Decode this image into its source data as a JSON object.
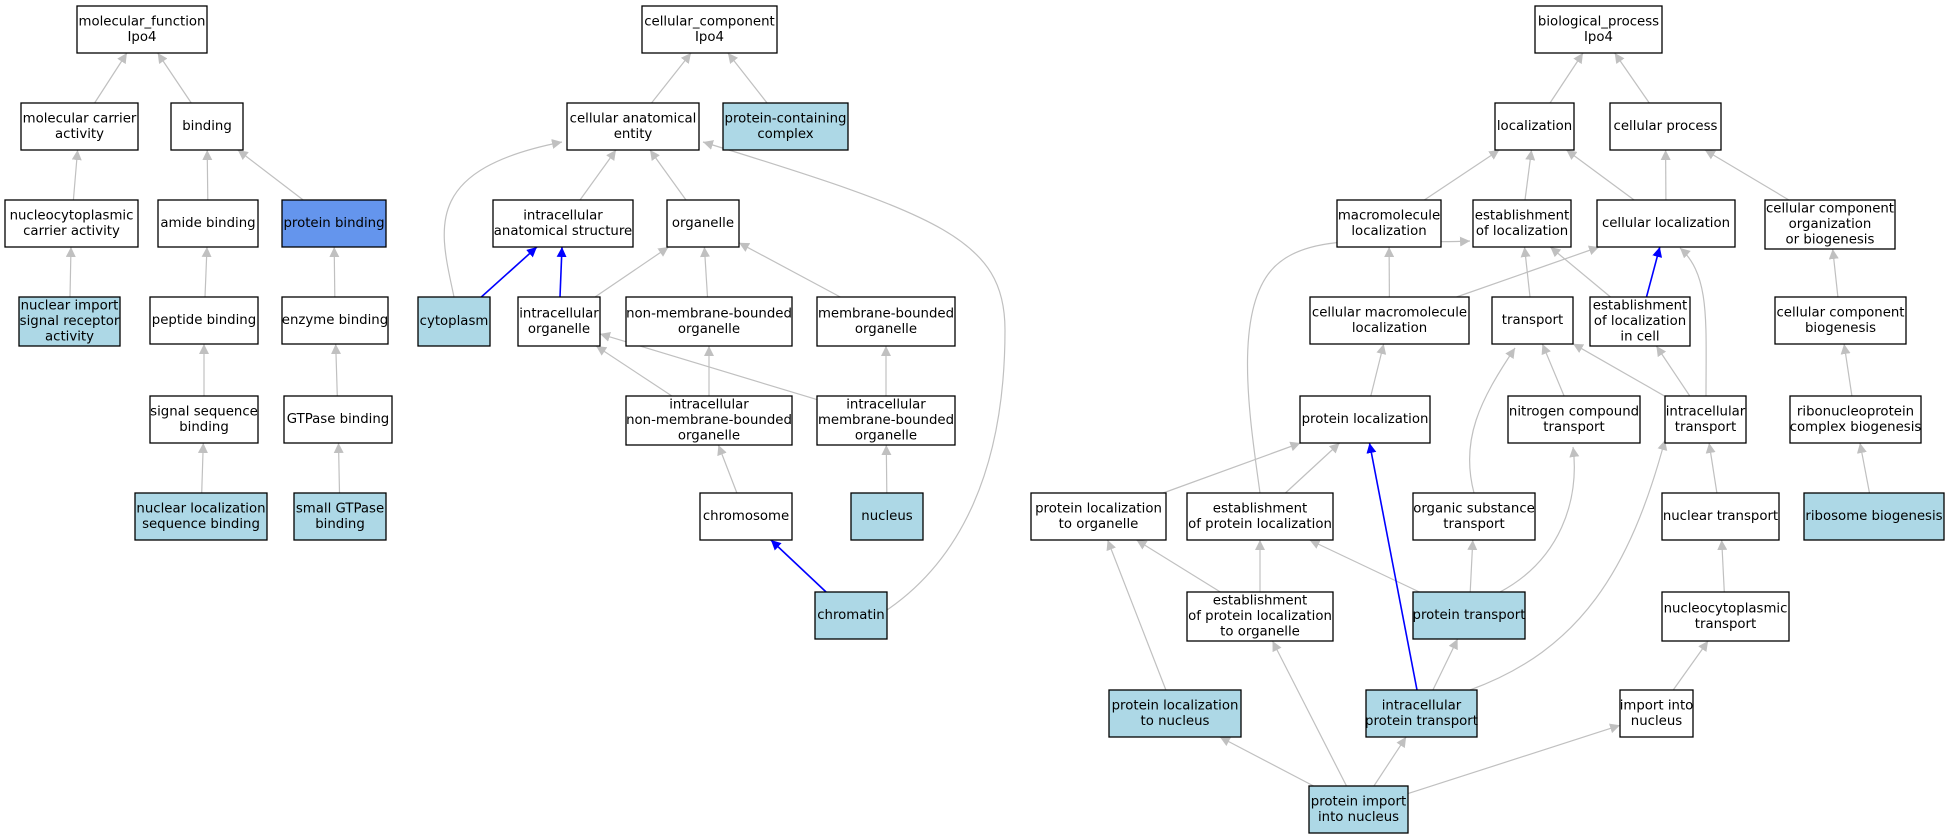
{
  "colors": {
    "node_fill_default": "#ffffff",
    "node_fill_highlight": "#add8e6",
    "node_fill_selected": "#6495ed",
    "node_stroke": "#000000",
    "edge_default": "#c0c0c0",
    "edge_emphasis": "#0000ff"
  },
  "nodes": [
    {
      "id": "mf",
      "lines": [
        "molecular_function",
        "Ipo4"
      ],
      "style": "default"
    },
    {
      "id": "mca",
      "lines": [
        "molecular carrier",
        "activity"
      ],
      "style": "default"
    },
    {
      "id": "binding",
      "lines": [
        "binding"
      ],
      "style": "default"
    },
    {
      "id": "nca",
      "lines": [
        "nucleocytoplasmic",
        "carrier activity"
      ],
      "style": "default"
    },
    {
      "id": "amide",
      "lines": [
        "amide binding"
      ],
      "style": "default"
    },
    {
      "id": "protbind",
      "lines": [
        "protein binding"
      ],
      "style": "selected"
    },
    {
      "id": "nisra",
      "lines": [
        "nuclear import",
        "signal receptor",
        "activity"
      ],
      "style": "highlight"
    },
    {
      "id": "peptide",
      "lines": [
        "peptide binding"
      ],
      "style": "default"
    },
    {
      "id": "enzyme",
      "lines": [
        "enzyme binding"
      ],
      "style": "default"
    },
    {
      "id": "ssb",
      "lines": [
        "signal sequence",
        "binding"
      ],
      "style": "default"
    },
    {
      "id": "gtpaseb",
      "lines": [
        "GTPase binding"
      ],
      "style": "default"
    },
    {
      "id": "nlsb",
      "lines": [
        "nuclear localization",
        "sequence binding"
      ],
      "style": "highlight"
    },
    {
      "id": "sgtp",
      "lines": [
        "small GTPase",
        "binding"
      ],
      "style": "highlight"
    },
    {
      "id": "cc",
      "lines": [
        "cellular_component",
        "Ipo4"
      ],
      "style": "default"
    },
    {
      "id": "cae",
      "lines": [
        "cellular anatomical",
        "entity"
      ],
      "style": "default"
    },
    {
      "id": "pcc",
      "lines": [
        "protein-containing",
        "complex"
      ],
      "style": "highlight"
    },
    {
      "id": "ias",
      "lines": [
        "intracellular",
        "anatomical structure"
      ],
      "style": "default"
    },
    {
      "id": "organelle",
      "lines": [
        "organelle"
      ],
      "style": "default"
    },
    {
      "id": "cytoplasm",
      "lines": [
        "cytoplasm"
      ],
      "style": "highlight"
    },
    {
      "id": "io",
      "lines": [
        "intracellular",
        "organelle"
      ],
      "style": "default"
    },
    {
      "id": "nmbo",
      "lines": [
        "non-membrane-bounded",
        "organelle"
      ],
      "style": "default"
    },
    {
      "id": "mbo",
      "lines": [
        "membrane-bounded",
        "organelle"
      ],
      "style": "default"
    },
    {
      "id": "inmbo",
      "lines": [
        "intracellular",
        "non-membrane-bounded",
        "organelle"
      ],
      "style": "default"
    },
    {
      "id": "imbo",
      "lines": [
        "intracellular",
        "membrane-bounded",
        "organelle"
      ],
      "style": "default"
    },
    {
      "id": "chromosome",
      "lines": [
        "chromosome"
      ],
      "style": "default"
    },
    {
      "id": "nucleus",
      "lines": [
        "nucleus"
      ],
      "style": "highlight"
    },
    {
      "id": "chromatin",
      "lines": [
        "chromatin"
      ],
      "style": "highlight"
    },
    {
      "id": "bp",
      "lines": [
        "biological_process",
        "Ipo4"
      ],
      "style": "default"
    },
    {
      "id": "loc",
      "lines": [
        "localization"
      ],
      "style": "default"
    },
    {
      "id": "cp",
      "lines": [
        "cellular process"
      ],
      "style": "default"
    },
    {
      "id": "ml",
      "lines": [
        "macromolecule",
        "localization"
      ],
      "style": "default"
    },
    {
      "id": "eol",
      "lines": [
        "establishment",
        "of localization"
      ],
      "style": "default"
    },
    {
      "id": "cl",
      "lines": [
        "cellular localization"
      ],
      "style": "default"
    },
    {
      "id": "ccob",
      "lines": [
        "cellular component",
        "organization",
        "or biogenesis"
      ],
      "style": "default"
    },
    {
      "id": "cml",
      "lines": [
        "cellular macromolecule",
        "localization"
      ],
      "style": "default"
    },
    {
      "id": "transport",
      "lines": [
        "transport"
      ],
      "style": "default"
    },
    {
      "id": "eolc",
      "lines": [
        "establishment",
        "of localization",
        "in cell"
      ],
      "style": "default"
    },
    {
      "id": "ccb",
      "lines": [
        "cellular component",
        "biogenesis"
      ],
      "style": "default"
    },
    {
      "id": "pl",
      "lines": [
        "protein localization"
      ],
      "style": "default"
    },
    {
      "id": "nct",
      "lines": [
        "nitrogen compound",
        "transport"
      ],
      "style": "default"
    },
    {
      "id": "it",
      "lines": [
        "intracellular",
        "transport"
      ],
      "style": "default"
    },
    {
      "id": "rcb",
      "lines": [
        "ribonucleoprotein",
        "complex biogenesis"
      ],
      "style": "default"
    },
    {
      "id": "plo",
      "lines": [
        "protein localization",
        "to organelle"
      ],
      "style": "default"
    },
    {
      "id": "epl",
      "lines": [
        "establishment",
        "of protein localization"
      ],
      "style": "default"
    },
    {
      "id": "ost",
      "lines": [
        "organic substance",
        "transport"
      ],
      "style": "default"
    },
    {
      "id": "nt",
      "lines": [
        "nuclear transport"
      ],
      "style": "default"
    },
    {
      "id": "rb",
      "lines": [
        "ribosome biogenesis"
      ],
      "style": "highlight"
    },
    {
      "id": "eplo",
      "lines": [
        "establishment",
        "of protein localization",
        "to organelle"
      ],
      "style": "default"
    },
    {
      "id": "pt",
      "lines": [
        "protein transport"
      ],
      "style": "highlight"
    },
    {
      "id": "nctr",
      "lines": [
        "nucleocytoplasmic",
        "transport"
      ],
      "style": "default"
    },
    {
      "id": "pln",
      "lines": [
        "protein localization",
        "to nucleus"
      ],
      "style": "highlight"
    },
    {
      "id": "ipt",
      "lines": [
        "intracellular",
        "protein transport"
      ],
      "style": "highlight"
    },
    {
      "id": "iin",
      "lines": [
        "import into",
        "nucleus"
      ],
      "style": "default"
    },
    {
      "id": "pin",
      "lines": [
        "protein import",
        "into nucleus"
      ],
      "style": "highlight"
    }
  ],
  "edges": [
    {
      "from": "mca",
      "to": "mf",
      "kind": "default"
    },
    {
      "from": "binding",
      "to": "mf",
      "kind": "default"
    },
    {
      "from": "nca",
      "to": "mca",
      "kind": "default"
    },
    {
      "from": "amide",
      "to": "binding",
      "kind": "default"
    },
    {
      "from": "protbind",
      "to": "binding",
      "kind": "default"
    },
    {
      "from": "nisra",
      "to": "nca",
      "kind": "default"
    },
    {
      "from": "peptide",
      "to": "amide",
      "kind": "default"
    },
    {
      "from": "enzyme",
      "to": "protbind",
      "kind": "default"
    },
    {
      "from": "ssb",
      "to": "peptide",
      "kind": "default"
    },
    {
      "from": "gtpaseb",
      "to": "enzyme",
      "kind": "default"
    },
    {
      "from": "nlsb",
      "to": "ssb",
      "kind": "default"
    },
    {
      "from": "sgtp",
      "to": "gtpaseb",
      "kind": "default"
    },
    {
      "from": "cae",
      "to": "cc",
      "kind": "default"
    },
    {
      "from": "pcc",
      "to": "cc",
      "kind": "default"
    },
    {
      "from": "ias",
      "to": "cae",
      "kind": "default"
    },
    {
      "from": "organelle",
      "to": "cae",
      "kind": "default"
    },
    {
      "from": "cytoplasm",
      "to": "cae",
      "kind": "default",
      "curve": "cytoplasm"
    },
    {
      "from": "chromatin",
      "to": "cae",
      "kind": "default",
      "curve": "chromatin"
    },
    {
      "from": "cytoplasm",
      "to": "ias",
      "kind": "emphasis"
    },
    {
      "from": "io",
      "to": "ias",
      "kind": "emphasis"
    },
    {
      "from": "io",
      "to": "organelle",
      "kind": "default"
    },
    {
      "from": "nmbo",
      "to": "organelle",
      "kind": "default"
    },
    {
      "from": "mbo",
      "to": "organelle",
      "kind": "default"
    },
    {
      "from": "inmbo",
      "to": "io",
      "kind": "default"
    },
    {
      "from": "imbo",
      "to": "io",
      "kind": "default"
    },
    {
      "from": "inmbo",
      "to": "nmbo",
      "kind": "default"
    },
    {
      "from": "imbo",
      "to": "mbo",
      "kind": "default"
    },
    {
      "from": "chromosome",
      "to": "inmbo",
      "kind": "default"
    },
    {
      "from": "nucleus",
      "to": "imbo",
      "kind": "default"
    },
    {
      "from": "chromatin",
      "to": "chromosome",
      "kind": "emphasis"
    },
    {
      "from": "loc",
      "to": "bp",
      "kind": "default"
    },
    {
      "from": "cp",
      "to": "bp",
      "kind": "default"
    },
    {
      "from": "ml",
      "to": "loc",
      "kind": "default"
    },
    {
      "from": "eol",
      "to": "loc",
      "kind": "default"
    },
    {
      "from": "cl",
      "to": "loc",
      "kind": "default"
    },
    {
      "from": "cl",
      "to": "cp",
      "kind": "default"
    },
    {
      "from": "ccob",
      "to": "cp",
      "kind": "default"
    },
    {
      "from": "cml",
      "to": "ml",
      "kind": "default"
    },
    {
      "from": "cml",
      "to": "cl",
      "kind": "default"
    },
    {
      "from": "transport",
      "to": "eol",
      "kind": "default"
    },
    {
      "from": "eolc",
      "to": "eol",
      "kind": "default"
    },
    {
      "from": "eolc",
      "to": "cl",
      "kind": "emphasis"
    },
    {
      "from": "it",
      "to": "cl",
      "kind": "default",
      "curve": "it-cl"
    },
    {
      "from": "epl",
      "to": "eol",
      "kind": "default",
      "curve": "epl-eol"
    },
    {
      "from": "ccb",
      "to": "ccob",
      "kind": "default"
    },
    {
      "from": "pl",
      "to": "cml",
      "kind": "default"
    },
    {
      "from": "nct",
      "to": "transport",
      "kind": "default"
    },
    {
      "from": "it",
      "to": "transport",
      "kind": "default"
    },
    {
      "from": "it",
      "to": "eolc",
      "kind": "default"
    },
    {
      "from": "rcb",
      "to": "ccb",
      "kind": "default"
    },
    {
      "from": "plo",
      "to": "pl",
      "kind": "default"
    },
    {
      "from": "epl",
      "to": "pl",
      "kind": "default"
    },
    {
      "from": "ost",
      "to": "transport",
      "kind": "default",
      "curve": "ost-transport"
    },
    {
      "from": "nt",
      "to": "it",
      "kind": "default"
    },
    {
      "from": "rb",
      "to": "rcb",
      "kind": "default"
    },
    {
      "from": "eplo",
      "to": "plo",
      "kind": "default"
    },
    {
      "from": "eplo",
      "to": "epl",
      "kind": "default"
    },
    {
      "from": "pt",
      "to": "ost",
      "kind": "default"
    },
    {
      "from": "pt",
      "to": "nct",
      "kind": "default",
      "curve": "pt-nct"
    },
    {
      "from": "pt",
      "to": "epl",
      "kind": "default"
    },
    {
      "from": "nctr",
      "to": "nt",
      "kind": "default"
    },
    {
      "from": "pln",
      "to": "plo",
      "kind": "default"
    },
    {
      "from": "ipt",
      "to": "pt",
      "kind": "default"
    },
    {
      "from": "ipt",
      "to": "it",
      "kind": "default",
      "curve": "ipt-it"
    },
    {
      "from": "ipt",
      "to": "pl",
      "kind": "emphasis"
    },
    {
      "from": "iin",
      "to": "nctr",
      "kind": "default"
    },
    {
      "from": "pin",
      "to": "pln",
      "kind": "default"
    },
    {
      "from": "pin",
      "to": "ipt",
      "kind": "default"
    },
    {
      "from": "pin",
      "to": "iin",
      "kind": "default"
    },
    {
      "from": "pin",
      "to": "eplo",
      "kind": "default"
    }
  ]
}
